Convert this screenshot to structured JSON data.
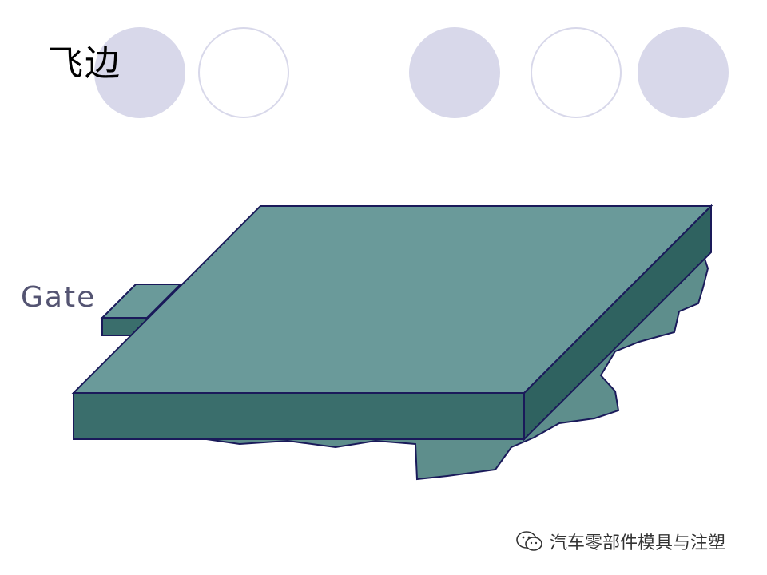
{
  "slide": {
    "title": "飞边",
    "gate_label": "Gate"
  },
  "diagram": {
    "description_color_top": "#6a9a9a",
    "color_front": "#3a6e6c",
    "color_side": "#2f6260",
    "color_outline": "#1a1a5a",
    "color_flash": "#5e8e8c"
  },
  "decorations": {
    "circle_fill": "#d8d8ea",
    "circle_stroke": "#d8d8ea"
  },
  "watermark": {
    "text": "汽车零部件模具与注塑",
    "icon": "wechat-icon"
  }
}
